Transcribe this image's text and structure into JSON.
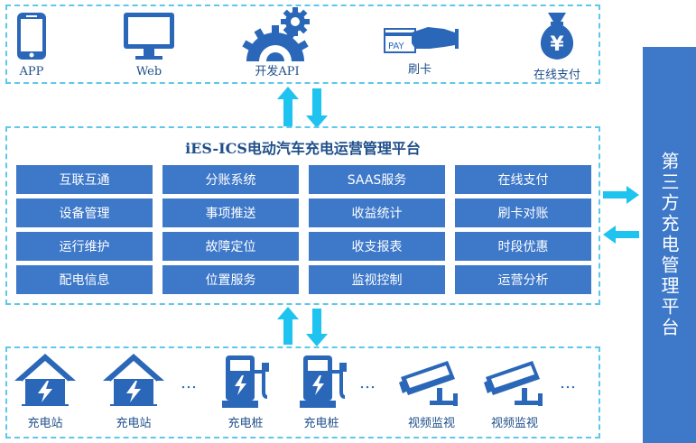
{
  "top_icons": [
    {
      "label": "APP",
      "icon": "phone-icon"
    },
    {
      "label": "Web",
      "icon": "monitor-icon"
    },
    {
      "label": "开发API",
      "icon": "gears-icon"
    },
    {
      "label": "刷卡",
      "icon": "card-pay-icon"
    },
    {
      "label": "在线支付",
      "icon": "money-bag-icon"
    }
  ],
  "card_text": "PAY",
  "bag_symbol": "¥",
  "platform": {
    "title": "iES-ICS电动汽车充电运营管理平台",
    "modules": [
      [
        "互联互通",
        "分账系统",
        "SAAS服务",
        "在线支付"
      ],
      [
        "设备管理",
        "事项推送",
        "收益统计",
        "刷卡对账"
      ],
      [
        "运行维护",
        "故障定位",
        "收支报表",
        "时段优惠"
      ],
      [
        "配电信息",
        "位置服务",
        "监视控制",
        "运营分析"
      ]
    ]
  },
  "third_party": "第三方充电管理平台",
  "bottom_icons": [
    {
      "label": "充电站",
      "icon": "station-icon"
    },
    {
      "label": "充电站",
      "icon": "station-icon"
    },
    {
      "label": "充电桩",
      "icon": "charger-icon"
    },
    {
      "label": "充电桩",
      "icon": "charger-icon"
    },
    {
      "label": "视频监视",
      "icon": "camera-icon"
    },
    {
      "label": "视频监视",
      "icon": "camera-icon"
    }
  ],
  "ellipsis": "…",
  "colors": {
    "accent": "#3d78c9",
    "arrow": "#1ec3ef",
    "dash": "#5ec8ea",
    "label": "#1f4f8a"
  }
}
